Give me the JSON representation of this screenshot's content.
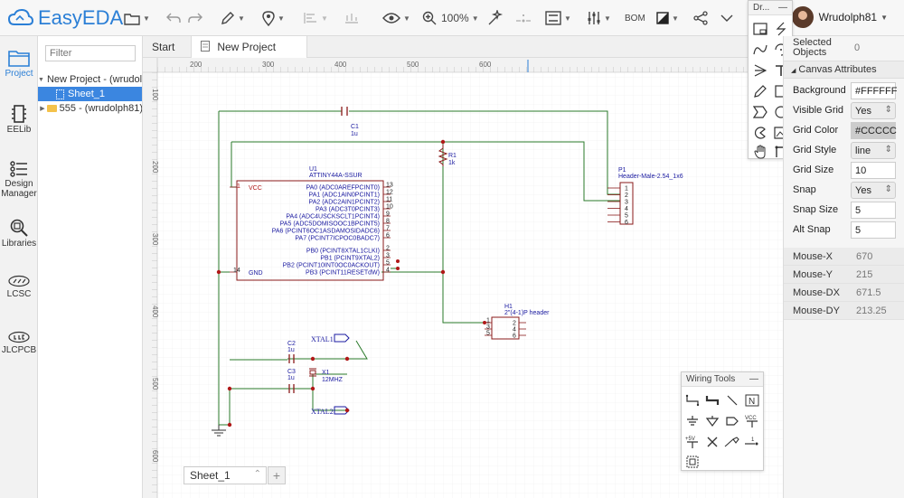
{
  "app": {
    "logo_text": "EasyEDA"
  },
  "toolbar": {
    "zoom": "100%",
    "bom_label": "BOM",
    "user_name": "Wrudolph81"
  },
  "leftnav": {
    "items": [
      {
        "label": "Project"
      },
      {
        "label": "EELib"
      },
      {
        "label": "Design Manager"
      },
      {
        "label": "Libraries"
      },
      {
        "label": "LCSC"
      },
      {
        "label": "JLCPCB"
      }
    ]
  },
  "tree": {
    "filter_placeholder": "Filter",
    "rows": [
      {
        "label": "New Project - (wrudolph81)"
      },
      {
        "label": "Sheet_1"
      },
      {
        "label": "555 - (wrudolph81)"
      }
    ]
  },
  "tabs": [
    {
      "label": "Start"
    },
    {
      "label": "New Project"
    }
  ],
  "ruler": {
    "top": [
      "200",
      "300",
      "400",
      "500",
      "600"
    ],
    "left": [
      "100",
      "200",
      "300",
      "400",
      "500",
      "600"
    ]
  },
  "schematic": {
    "u1": {
      "ref": "U1",
      "part": "ATTINY44A-SSUR"
    },
    "u1_pins_left": [
      {
        "name": "VCC",
        "num": "1"
      },
      {
        "name": "GND",
        "num": "14"
      }
    ],
    "u1_pins_right": [
      {
        "name": "PA0 (ADC0AREFPCINT0)",
        "num": "13"
      },
      {
        "name": "PA1 (ADC1AIN0PCINT1)",
        "num": "12"
      },
      {
        "name": "PA2 (ADC2AIN1PCINT2)",
        "num": "11"
      },
      {
        "name": "PA3 (ADC3T0PCINT3)",
        "num": "10"
      },
      {
        "name": "PA4 (ADC4USCKSCLT1PCINT4)",
        "num": "9"
      },
      {
        "name": "PA5 (ADC5DOMISOOC1BPCINT5)",
        "num": "8"
      },
      {
        "name": "PA6 (PCINT6OC1ASDAMOSIDADC6)",
        "num": "7"
      },
      {
        "name": "PA7 (PCINT7ICPOC0BADC7)",
        "num": "6"
      },
      {
        "name": "PB0 (PCINT8XTAL1CLKI)",
        "num": "2"
      },
      {
        "name": "PB1 (PCINT9XTAL2)",
        "num": "3"
      },
      {
        "name": "PB2 (PCINT10INT0OC0ACKOUT)",
        "num": "5"
      },
      {
        "name": "PB3 (PCINT11RESETdW)",
        "num": "4"
      }
    ],
    "c1": {
      "ref": "C1",
      "value": "1u"
    },
    "r1": {
      "ref": "R1",
      "value": "1k"
    },
    "p1": {
      "ref": "P1",
      "part": "Header-Male-2.54_1x6",
      "pins": [
        "1",
        "2",
        "3",
        "4",
        "5",
        "6"
      ]
    },
    "h1": {
      "ref": "H1",
      "part": "2\"(4-1)P header",
      "pins_left": [
        "1",
        "3",
        "5"
      ],
      "pins_right": [
        "2",
        "4",
        "6"
      ]
    },
    "c2": {
      "ref": "C2",
      "value": "1u"
    },
    "c3": {
      "ref": "C3",
      "value": "1u"
    },
    "x1": {
      "ref": "X1",
      "value": "12MHZ"
    },
    "xtal1": "XTAL1",
    "xtal2": "XTAL2"
  },
  "drawing_tools": {
    "title": "Dr..."
  },
  "wiring_tools": {
    "title": "Wiring Tools",
    "vcc_label": "VCC",
    "plus5v_label": "+5V",
    "net_label_text": "N"
  },
  "properties": {
    "selected_label": "Selected Objects",
    "selected_count": "0",
    "section_title": "Canvas Attributes",
    "rows": [
      {
        "label": "Background",
        "value": "#FFFFFF"
      },
      {
        "label": "Visible Grid",
        "value": "Yes"
      },
      {
        "label": "Grid Color",
        "value": "#CCCCC"
      },
      {
        "label": "Grid Style",
        "value": "line"
      },
      {
        "label": "Grid Size",
        "value": "10"
      },
      {
        "label": "Snap",
        "value": "Yes"
      },
      {
        "label": "Snap Size",
        "value": "5"
      },
      {
        "label": "Alt Snap",
        "value": "5"
      }
    ],
    "mouse": [
      {
        "label": "Mouse-X",
        "value": "670"
      },
      {
        "label": "Mouse-Y",
        "value": "215"
      },
      {
        "label": "Mouse-DX",
        "value": "671.5"
      },
      {
        "label": "Mouse-DY",
        "value": "213.25"
      }
    ]
  },
  "sheet_selector": {
    "value": "Sheet_1",
    "add": "+"
  },
  "colors": {
    "accent": "#2b7fd6",
    "wire": "#2a7a2a",
    "part": "#8a1a1a",
    "pin_text": "#1a1aa0",
    "junction": "#b01818",
    "grid": "#e6e6e6"
  }
}
